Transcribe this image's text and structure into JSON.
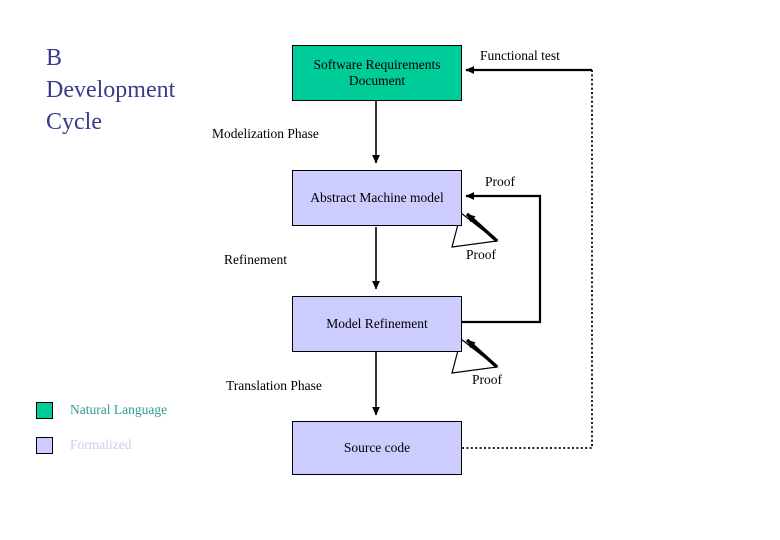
{
  "title": {
    "text": "B\nDevelopment\nCycle",
    "color": "#3b3b8c"
  },
  "colors": {
    "natural_language": "#00cc99",
    "formalized": "#ccccff",
    "stroke": "#000000",
    "title": "#3b3b8c",
    "legend_natural_text": "#2f9e90",
    "legend_formalized_text": "#ccccee"
  },
  "nodes": [
    {
      "id": "srd",
      "label": "Software Requirements Document",
      "kind": "natural"
    },
    {
      "id": "amm",
      "label": "Abstract Machine model",
      "kind": "formalized"
    },
    {
      "id": "refinement",
      "label": "Model Refinement",
      "kind": "formalized"
    },
    {
      "id": "source",
      "label": "Source code",
      "kind": "formalized"
    }
  ],
  "phase_labels": [
    {
      "id": "modelization",
      "text": "Modelization Phase"
    },
    {
      "id": "refinement",
      "text": "Refinement"
    },
    {
      "id": "translation",
      "text": "Translation Phase"
    }
  ],
  "edge_labels": [
    {
      "id": "functional-test",
      "text": "Functional test"
    },
    {
      "id": "proof-1",
      "text": "Proof"
    },
    {
      "id": "proof-2",
      "text": "Proof"
    },
    {
      "id": "proof-3",
      "text": "Proof"
    }
  ],
  "legend": [
    {
      "id": "natural-language",
      "label": "Natural Language",
      "swatch": "#00cc99"
    },
    {
      "id": "formalized",
      "label": "Formalized",
      "swatch": "#ccccff"
    }
  ]
}
